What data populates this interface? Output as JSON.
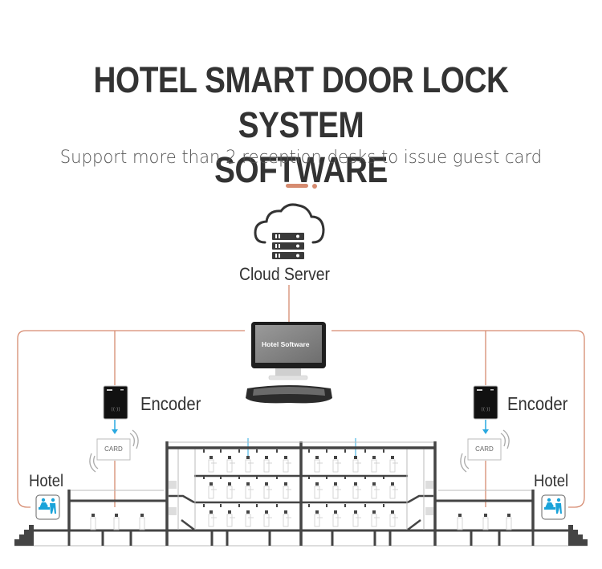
{
  "header": {
    "title_line1": "HOTEL SMART DOOR LOCK SYSTEM",
    "title_line2": "SOFTWARE",
    "subtitle": "Support more than 2 reception desks to issue guest card"
  },
  "colors": {
    "connector": "#d68b70",
    "arrow": "#29a8e0",
    "building": "#444444",
    "reception_icon": "#1aa3d9"
  },
  "diagram": {
    "cloud": {
      "label": "Cloud Server",
      "icon": "cloud-server-icon"
    },
    "computer": {
      "screen_text": "Hotel Software",
      "icon": "desktop-computer-icon"
    },
    "encoders": [
      {
        "label": "Encoder",
        "side": "left",
        "icon": "card-encoder-icon"
      },
      {
        "label": "Encoder",
        "side": "right",
        "icon": "card-encoder-icon"
      }
    ],
    "cards": [
      {
        "label": "CARD",
        "side": "left"
      },
      {
        "label": "CARD",
        "side": "right"
      }
    ],
    "receptions": [
      {
        "label": "Hotel",
        "side": "left",
        "icon": "reception-desk-icon"
      },
      {
        "label": "Hotel",
        "side": "right",
        "icon": "reception-desk-icon"
      }
    ],
    "building": {
      "icon": "hotel-building-cross-section-icon"
    }
  }
}
